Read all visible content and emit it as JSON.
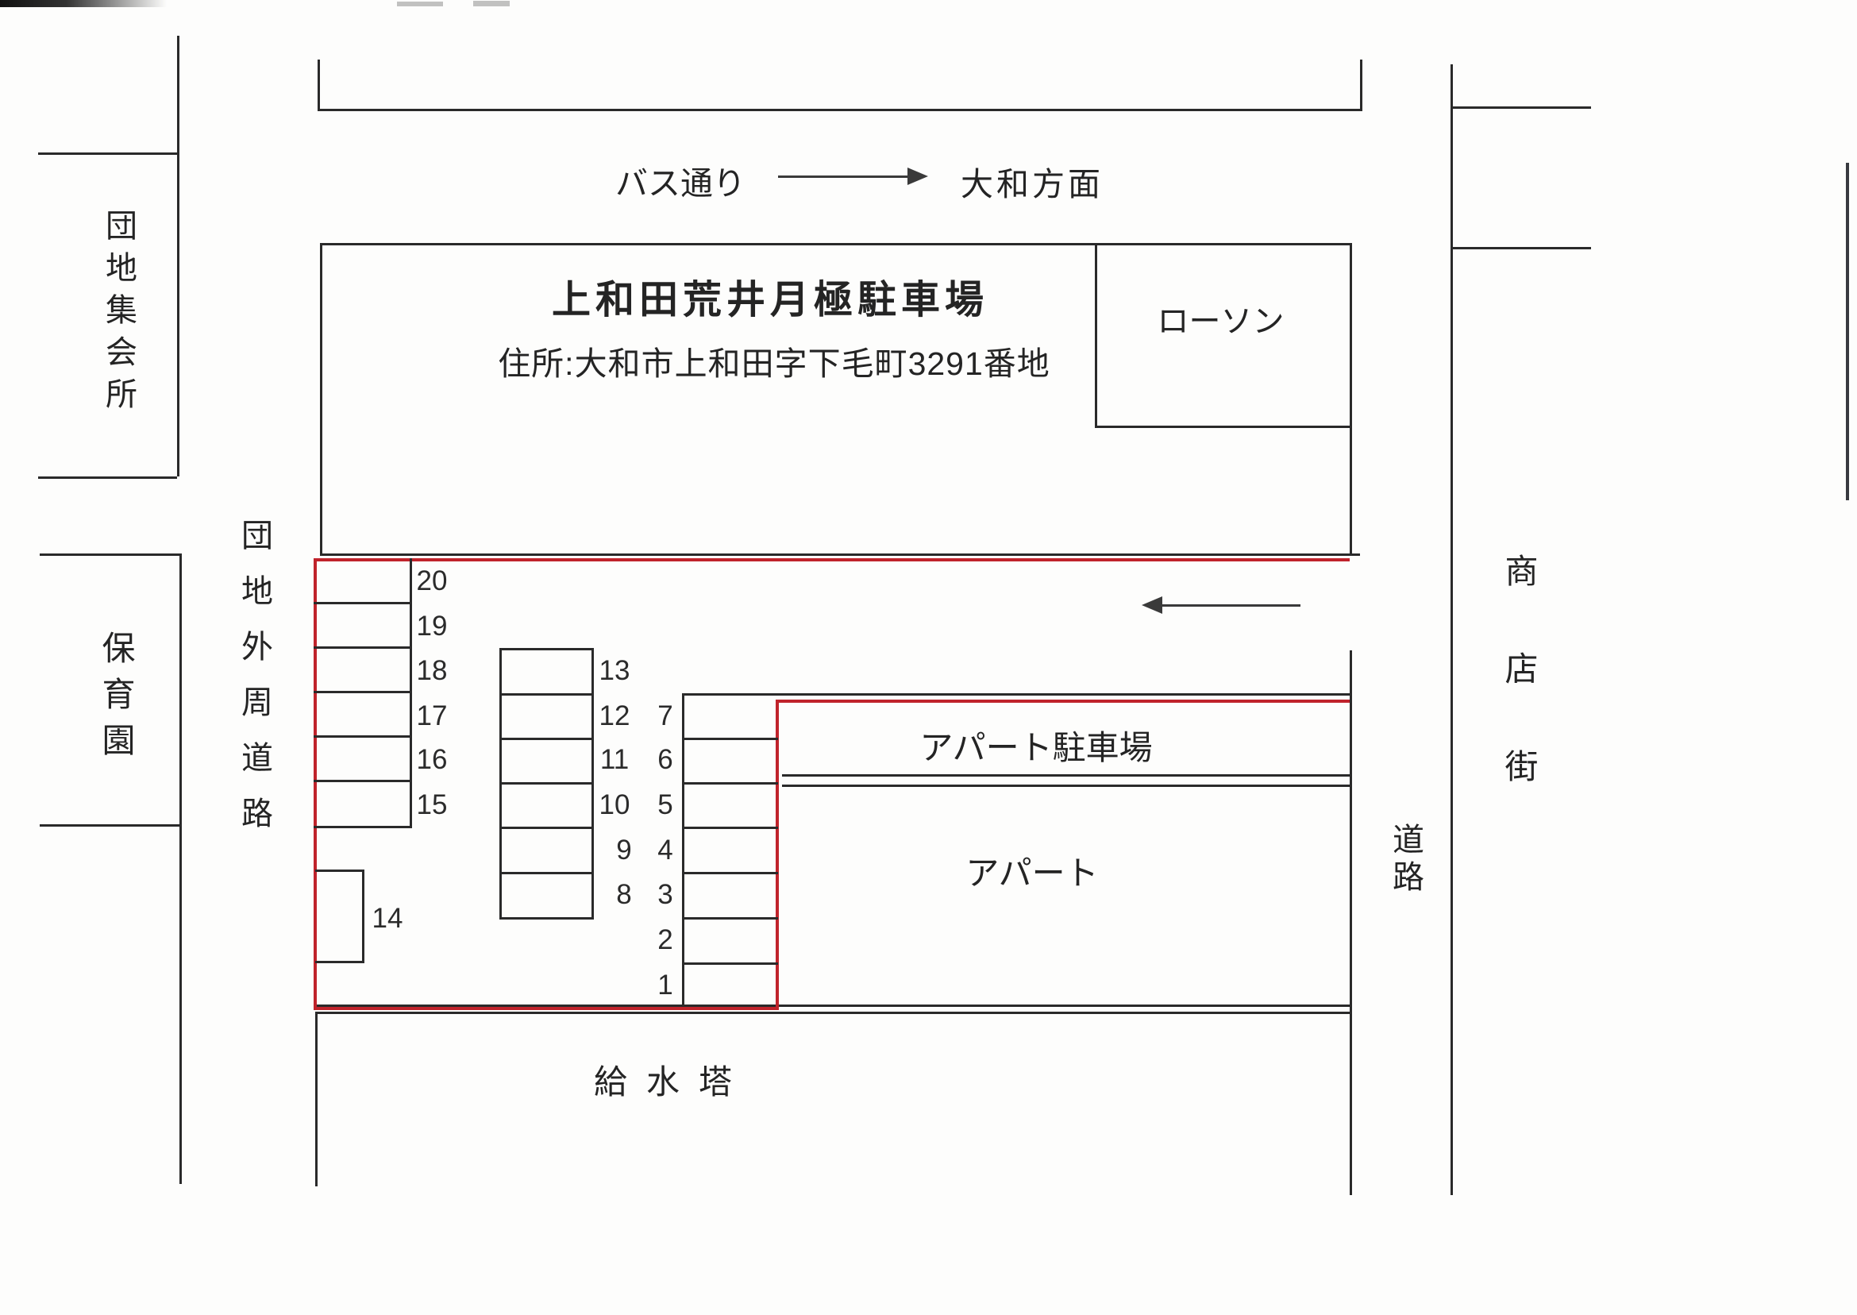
{
  "site": {
    "title": "上和田荒井月極駐車場",
    "address": "住所:大和市上和田字下毛町3291番地"
  },
  "streets": {
    "bus_street": "バス通り",
    "yamato_direction": "大和方面",
    "perimeter_road": "団地外周道路",
    "shopping_street": "商店街",
    "road": "道路"
  },
  "landmarks": {
    "meeting_hall": "団地集会所",
    "nursery_school": "保育園",
    "lawson": "ローソン",
    "apartment_parking": "アパート駐車場",
    "apartment": "アパート",
    "water_tower": "給水塔"
  },
  "spots": {
    "left": [
      "20",
      "19",
      "18",
      "17",
      "16",
      "15"
    ],
    "middle": [
      "13",
      "12",
      "11",
      "10",
      "9",
      "8"
    ],
    "right": [
      "7",
      "6",
      "5",
      "4",
      "3",
      "2",
      "1"
    ],
    "standalone": "14"
  },
  "colors": {
    "boundary_red": "#c0232b",
    "ink_black": "#2a2a2a"
  }
}
